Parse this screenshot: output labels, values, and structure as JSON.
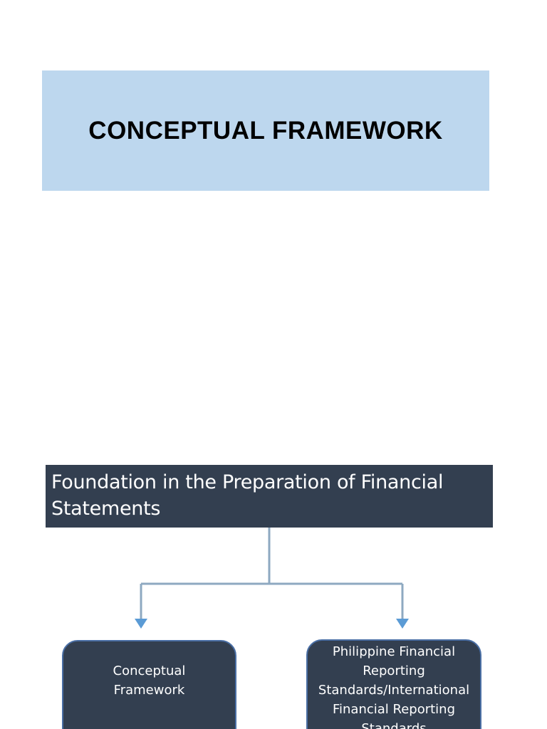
{
  "slide1": {
    "title": "CONCEPTUAL FRAMEWORK"
  },
  "slide2": {
    "heading": "Foundation in the Preparation of Financial Statements",
    "nodes": [
      {
        "label": "Conceptual Framework"
      },
      {
        "label": "Philippine Financial Reporting Standards/International Financial Reporting Standards"
      }
    ]
  },
  "colors": {
    "banner_fill": "#bdd7ee",
    "box_fill": "#333f50",
    "connector": "#8ea9c1",
    "arrow": "#5b9bd5"
  }
}
